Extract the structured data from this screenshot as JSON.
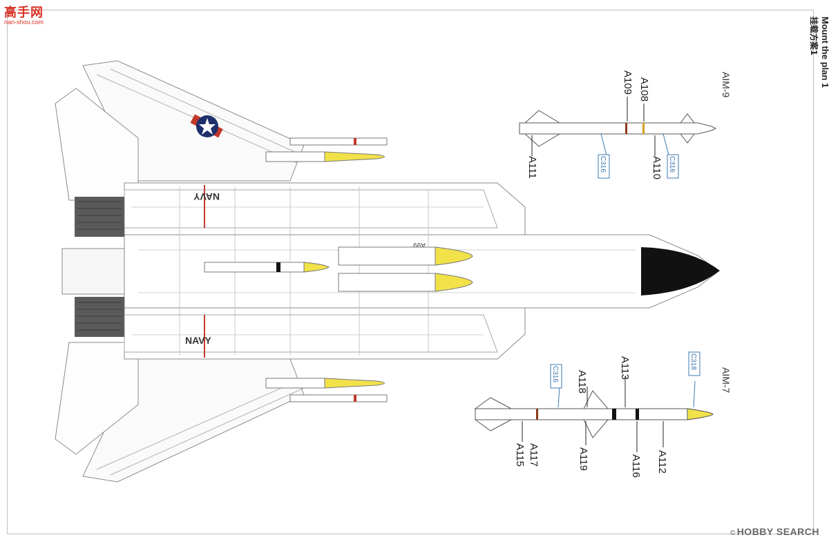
{
  "watermarks": {
    "site_cn": "高手网",
    "site_url": "nan-shou.com",
    "hobby_search": "HOBBY SEARCH",
    "copyright": "©"
  },
  "header": {
    "title_en": "Mount the plan 1",
    "title_cn": "挂载方案1"
  },
  "aircraft": {
    "navy_marking": "NAVY",
    "bureau_tag": "A99"
  },
  "aim9": {
    "title": "AIM-9",
    "parts_top": [
      "A109",
      "A108"
    ],
    "parts_bottom": [
      "A111",
      "A110"
    ],
    "color_callouts": [
      "C316",
      "C316"
    ]
  },
  "aim7": {
    "title": "AIM-7",
    "parts_top": [
      "A118",
      "A113"
    ],
    "parts_bottom": [
      "A117",
      "A115",
      "A119",
      "A116",
      "A112"
    ],
    "color_callouts": [
      "C316",
      "C318"
    ]
  },
  "colors": {
    "nosecone": "#111111",
    "seeker": "#f2e24a",
    "insignia_blue": "#1f2f6b",
    "insignia_red": "#c0392b",
    "callout": "#3b78b0"
  }
}
